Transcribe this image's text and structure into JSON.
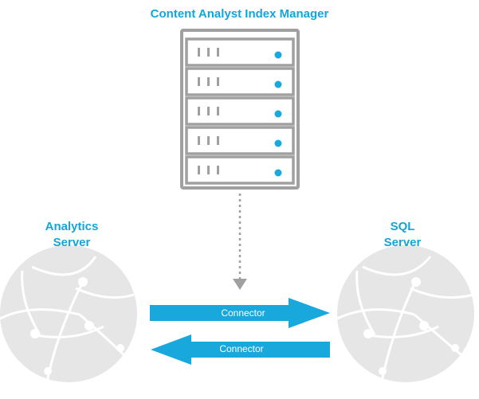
{
  "title": "Content Analyst Index Manager",
  "left_node": {
    "label_line1": "Analytics",
    "label_line2": "Server"
  },
  "right_node": {
    "label_line1": "SQL",
    "label_line2": "Server"
  },
  "connectors": {
    "to_sql": "Connector",
    "to_analytics": "Connector"
  },
  "colors": {
    "accent": "#14a5d8",
    "arrow": "#18a8dc",
    "server_outline": "#a0a0a0",
    "globe": "#e6e6e6",
    "indicator": "#1aa9df"
  },
  "icons": {
    "server": "server-rack-icon",
    "globe": "globe-network-icon"
  }
}
